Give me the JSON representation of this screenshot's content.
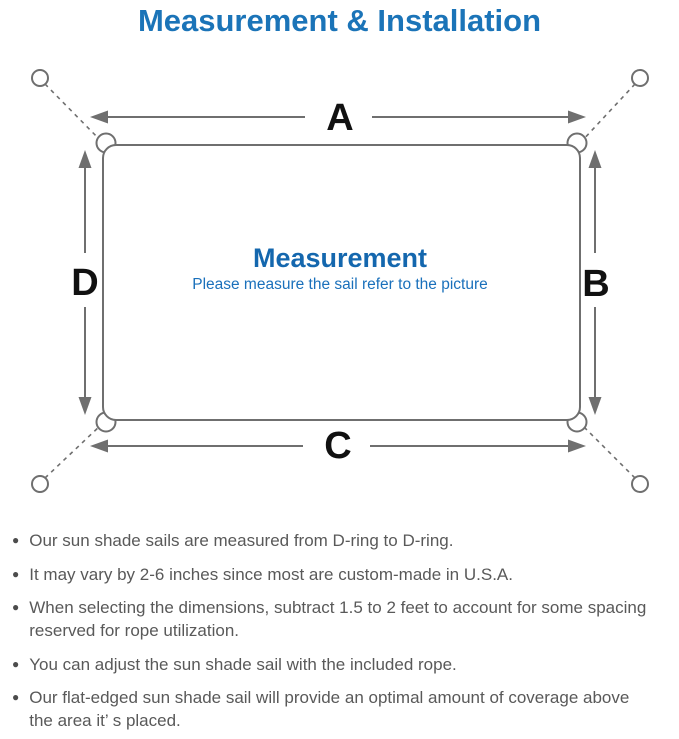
{
  "title": "Measurement & Installation",
  "colors": {
    "title_blue": "#1b74b8",
    "center_blue": "#1467ae",
    "subtitle_blue": "#1a70bb",
    "line_gray": "#6f6f6f",
    "label_black": "#111111",
    "note_gray": "#595959"
  },
  "icons": {
    "bullet": "●"
  },
  "diagram": {
    "labels": {
      "top": "A",
      "right": "B",
      "bottom": "C",
      "left": "D"
    },
    "center_heading": "Measurement",
    "center_subtitle": "Please measure the sail refer to the picture"
  },
  "notes": [
    {
      "text": "Our sun shade sails are measured from D-ring to D-ring."
    },
    {
      "text": "It may vary by 2-6 inches since most are custom-made in U.S.A."
    },
    {
      "text": "When selecting the dimensions, subtract 1.5 to 2 feet to account for some spacing\nreserved for rope utilization."
    },
    {
      "text": "You can adjust the sun shade sail with the included rope."
    },
    {
      "text": "Our flat-edged sun shade sail will provide an optimal amount of coverage above\nthe area it’ s placed."
    }
  ]
}
